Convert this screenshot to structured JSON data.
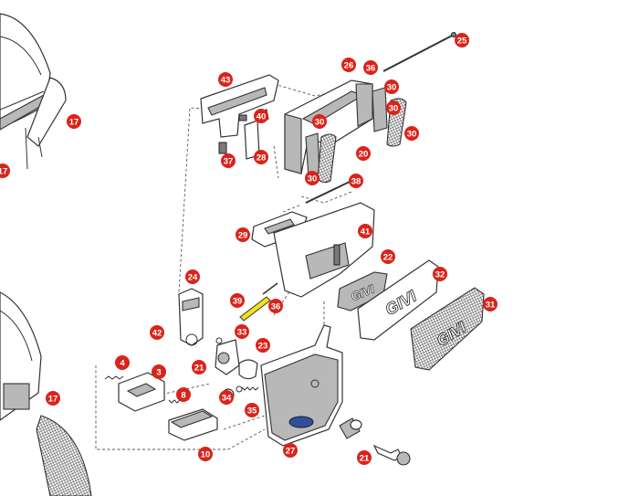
{
  "colors": {
    "callout_fill": "#d9241b",
    "callout_text": "#ffffff",
    "highlight": "#f2e21a",
    "line": "#333333"
  },
  "callouts": [
    {
      "id": "c25",
      "label": "25"
    },
    {
      "id": "c26",
      "label": "26"
    },
    {
      "id": "c36a",
      "label": "36"
    },
    {
      "id": "c43",
      "label": "43"
    },
    {
      "id": "c30a",
      "label": "30"
    },
    {
      "id": "c30b",
      "label": "30"
    },
    {
      "id": "c40",
      "label": "40"
    },
    {
      "id": "c30c",
      "label": "30"
    },
    {
      "id": "c30d",
      "label": "30"
    },
    {
      "id": "c17a",
      "label": "17"
    },
    {
      "id": "c37",
      "label": "37"
    },
    {
      "id": "c28",
      "label": "28"
    },
    {
      "id": "c20",
      "label": "20"
    },
    {
      "id": "c30e",
      "label": "30"
    },
    {
      "id": "c38",
      "label": "38"
    },
    {
      "id": "c17b",
      "label": "17"
    },
    {
      "id": "c29",
      "label": "29"
    },
    {
      "id": "c41",
      "label": "41"
    },
    {
      "id": "c22",
      "label": "22"
    },
    {
      "id": "c24",
      "label": "24"
    },
    {
      "id": "c32",
      "label": "32"
    },
    {
      "id": "c39",
      "label": "39"
    },
    {
      "id": "c36b",
      "label": "36"
    },
    {
      "id": "c31",
      "label": "31"
    },
    {
      "id": "c42",
      "label": "42"
    },
    {
      "id": "c33",
      "label": "33"
    },
    {
      "id": "c23",
      "label": "23"
    },
    {
      "id": "c4",
      "label": "4"
    },
    {
      "id": "c21a",
      "label": "21"
    },
    {
      "id": "c3",
      "label": "3"
    },
    {
      "id": "c17c",
      "label": "17"
    },
    {
      "id": "c8",
      "label": "8"
    },
    {
      "id": "c34",
      "label": "34"
    },
    {
      "id": "c35",
      "label": "35"
    },
    {
      "id": "c27",
      "label": "27"
    },
    {
      "id": "c21b",
      "label": "21"
    },
    {
      "id": "c10",
      "label": "10"
    }
  ],
  "logos": {
    "givi_badge": "GIVI",
    "givi_cover": "GIVI",
    "givi_mesh": "GIVI"
  }
}
